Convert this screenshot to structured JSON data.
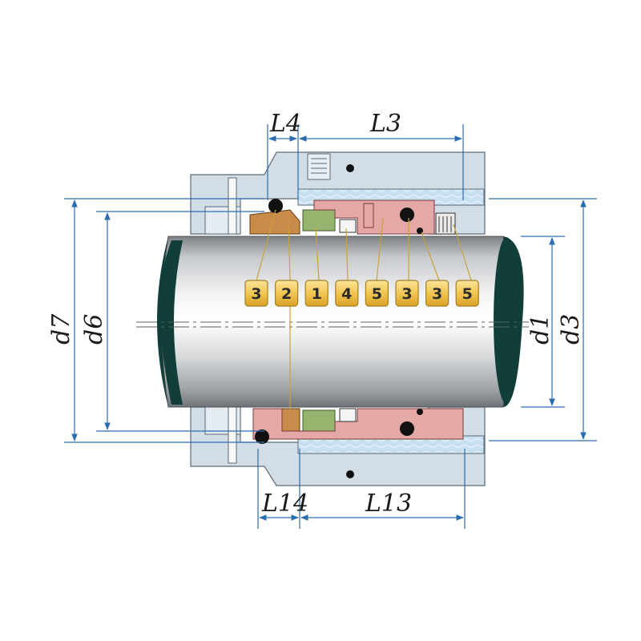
{
  "dimensions": {
    "top": [
      {
        "id": "L4",
        "label": "L4"
      },
      {
        "id": "L3",
        "label": "L3"
      }
    ],
    "bottom": [
      {
        "id": "L14",
        "label": "L14"
      },
      {
        "id": "L13",
        "label": "L13"
      }
    ],
    "left": [
      {
        "id": "d7",
        "label": "d7"
      },
      {
        "id": "d6",
        "label": "d6"
      }
    ],
    "right": [
      {
        "id": "d1",
        "label": "d1"
      },
      {
        "id": "d3",
        "label": "d3"
      }
    ]
  },
  "part_badges": [
    "3",
    "2",
    "1",
    "4",
    "5",
    "3",
    "3",
    "5"
  ],
  "colors": {
    "housing": "#d3dde6",
    "gland": "#c7e0ef",
    "rotating_ring": "#e4a8a6",
    "seat": "#c98b4a",
    "green_part": "#95b56e",
    "shaft_end": "#123e3a",
    "badge_fill": "#f2c553",
    "dimension_line": "#2b6cb0"
  }
}
